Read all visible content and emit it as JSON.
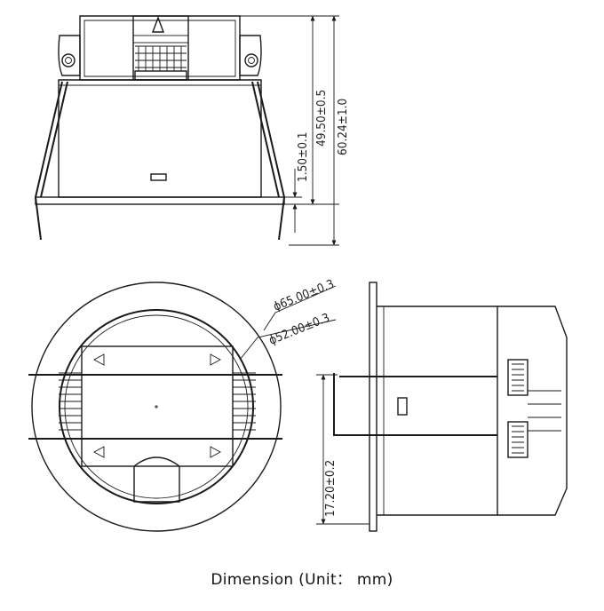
{
  "caption": "Dimension (Unit： mm)",
  "dimensions": {
    "flange_thickness": "1.50±0.1",
    "body_height": "49.50±0.5",
    "total_height": "60.24±1.0",
    "outer_diameter": "ϕ65.00±0.3",
    "cutout_diameter": "ϕ52.00±0.3",
    "spring_height": "17.20±0.2"
  }
}
